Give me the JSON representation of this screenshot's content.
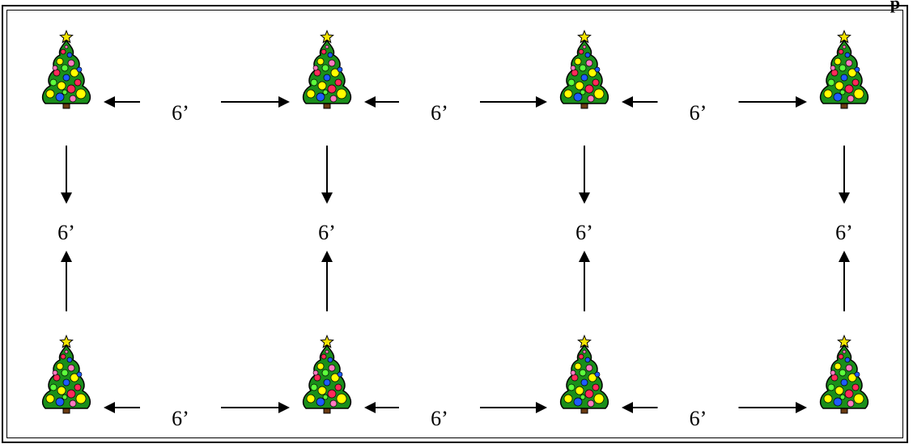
{
  "header": {
    "cut_text": "p"
  },
  "trees": [
    {
      "name": "tree-top-1"
    },
    {
      "name": "tree-top-2"
    },
    {
      "name": "tree-top-3"
    },
    {
      "name": "tree-top-4"
    },
    {
      "name": "tree-bottom-1"
    },
    {
      "name": "tree-bottom-2"
    },
    {
      "name": "tree-bottom-3"
    },
    {
      "name": "tree-bottom-4"
    }
  ],
  "spacing": {
    "top_row": [
      "6’",
      "6’",
      "6’"
    ],
    "bottom_row": [
      "6’",
      "6’",
      "6’"
    ],
    "columns": [
      "6’",
      "6’",
      "6’",
      "6’"
    ]
  },
  "colors": {
    "tree_green": "#1a8f1a",
    "star_yellow": "#f5e400",
    "ornament_colors": [
      "#ff2a5a",
      "#ffff00",
      "#1e5bff",
      "#5cff3c",
      "#ff7ac0"
    ]
  },
  "icons": {
    "tree": "christmas-tree-icon",
    "arrow": "arrow-icon"
  }
}
